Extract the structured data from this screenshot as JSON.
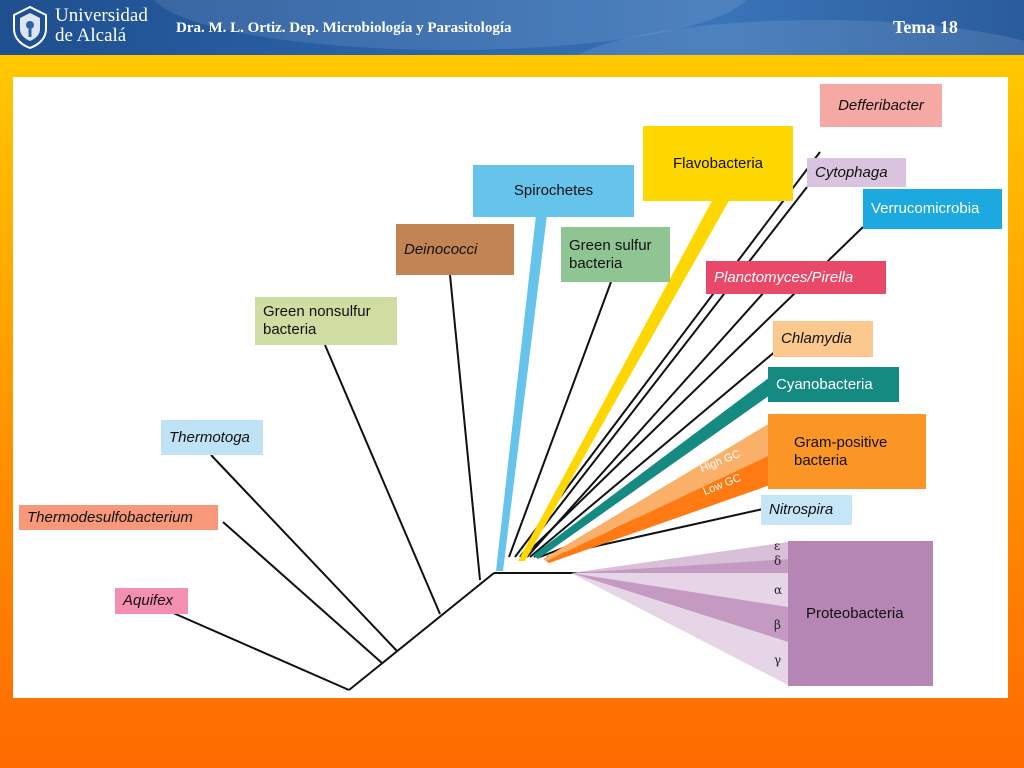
{
  "header": {
    "university_line1": "Universidad",
    "university_line2": "de Alcalá",
    "subtitle": "Dra. M. L. Ortiz. Dep. Microbiología y Parasitología",
    "topic": "Tema 18"
  },
  "colors": {
    "header_blue": "#2b63a8",
    "slide_orange": "#ff8a00",
    "aquifex": "#f48fb1",
    "thermodesulfobacterium": "#f7987a",
    "thermotoga": "#bfe3f5",
    "green_nonsulfur": "#cfdca2",
    "deinococci": "#c28452",
    "spirochetes": "#66c4ec",
    "green_sulfur": "#8fc593",
    "flavobacteria": "#ffd700",
    "defferibacter": "#f6a8a4",
    "cytophaga": "#d9c3de",
    "verrucomicrobia": "#1ba9df",
    "planctomyces": "#e94868",
    "chlamydia": "#fbc98d",
    "cyanobacteria": "#158a80",
    "gram_positive": "#fb9526",
    "nitrospira": "#c4e6f7",
    "proteobacteria": "#b585b4"
  },
  "tree": {
    "labels": {
      "aquifex": "Aquifex",
      "thermodesulfobacterium": "Thermodesulfobacterium",
      "thermotoga": "Thermotoga",
      "green_nonsulfur": "Green nonsulfur bacteria",
      "deinococci": "Deinococci",
      "spirochetes": "Spirochetes",
      "green_sulfur": "Green sulfur bacteria",
      "flavobacteria": "Flavobacteria",
      "defferibacter": "Defferibacter",
      "cytophaga": "Cytophaga",
      "verrucomicrobia": "Verrucomicrobia",
      "planctomyces": "Planctomyces/Pirella",
      "chlamydia": "Chlamydia",
      "cyanobacteria": "Cyanobacteria",
      "gram_positive": "Gram-positive bacteria",
      "high_gc": "High GC",
      "low_gc": "Low GC",
      "nitrospira": "Nitrospira",
      "proteobacteria": "Proteobacteria"
    },
    "greek": {
      "epsilon": "ε",
      "delta": "δ",
      "alpha": "α",
      "beta": "β",
      "gamma": "γ"
    }
  }
}
